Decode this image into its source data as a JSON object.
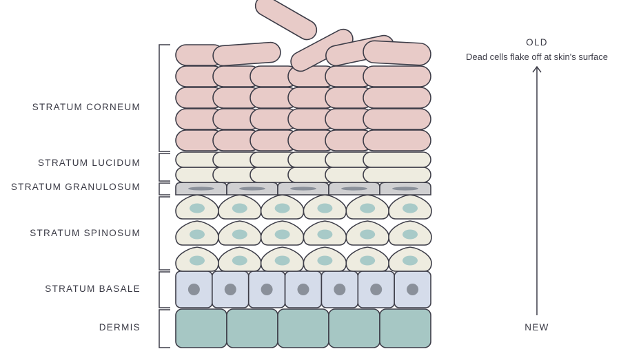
{
  "layers": {
    "corneum": "STRATUM CORNEUM",
    "lucidum": "STRATUM LUCIDUM",
    "granulosum": "STRATUM GRANULOSUM",
    "spinosum": "STRATUM SPINOSUM",
    "basale": "STRATUM BASALE",
    "dermis": "DERMIS"
  },
  "timeline": {
    "old": "OLD",
    "old_caption": "Dead cells flake off at skin's surface",
    "new": "NEW"
  },
  "colors": {
    "corneum": "#e8cbc8",
    "lucidum": "#eeece0",
    "granulosum": "#d0d0d2",
    "spinosum": "#eeece0",
    "spinosum_nucleus": "#a8cac8",
    "basale": "#d5dcea",
    "basale_nucleus": "#8a909a",
    "dermis": "#a6c7c4",
    "stroke": "#3d3d48"
  }
}
